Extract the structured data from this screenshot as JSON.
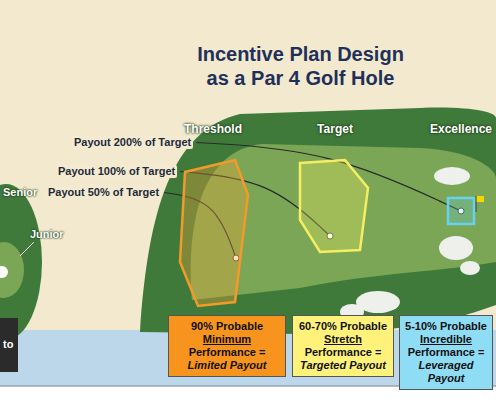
{
  "diagram": {
    "title": "Incentive Plan Design as a Par 4 Golf Hole",
    "nodes": [
      {
        "text": [
          "to"
        ]
      },
      {
        "text": [
          "Threshold"
        ]
      },
      {
        "text": [
          "Target"
        ]
      },
      {
        "text": [
          "Excellence"
        ]
      },
      {
        "text": [
          "90% Probable",
          "Minimum",
          "Performance =",
          "Limited Payout"
        ]
      },
      {
        "text": [
          "60-70% Probable",
          "Stretch",
          "Performance =",
          "Targeted Payout"
        ]
      },
      {
        "text": [
          "5-10% Probable",
          "Incredible",
          "Performance =",
          "Leveraged Payout"
        ]
      }
    ],
    "labels": [
      "Payout 200% of Target",
      "Payout 100% of Target",
      "Payout 50% of Target",
      "Senior",
      "Junior"
    ]
  }
}
